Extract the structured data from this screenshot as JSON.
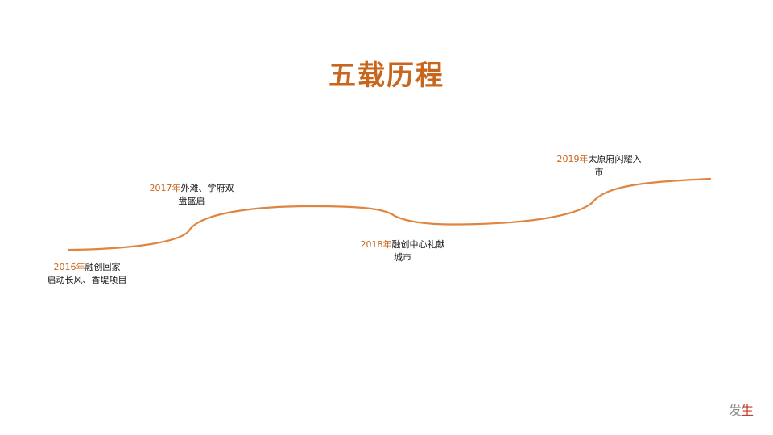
{
  "title": "五载历程",
  "accent_color": "#c9661e",
  "text_color": "#1a1a1a",
  "milestones": [
    {
      "year": "2016年",
      "line1_rest": "融创回家",
      "line2": "启动长风、香堤项目"
    },
    {
      "year": "2017年",
      "line1_rest": "外滩、学府双",
      "line2": "盘盛启"
    },
    {
      "year": "2018年",
      "line1_rest": "融创中心礼献",
      "line2": "城市"
    },
    {
      "year": "2019年",
      "line1_rest": "太原府闪耀入",
      "line2": "市"
    }
  ],
  "logo": {
    "char1": "发",
    "char2": "生",
    "icon": "brand-logo-icon"
  }
}
